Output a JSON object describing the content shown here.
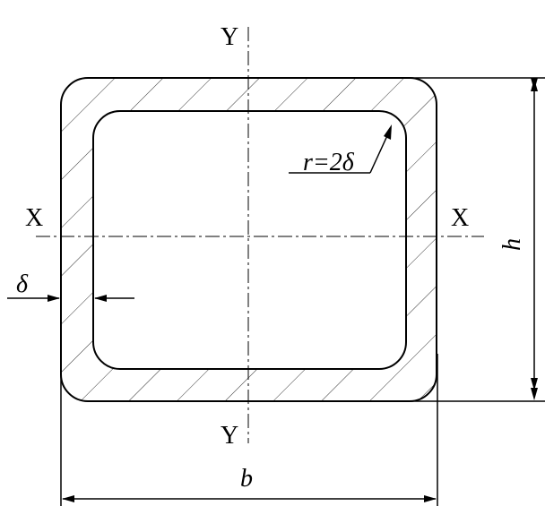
{
  "labels": {
    "y_top": "Y",
    "y_bottom": "Y",
    "x_left": "X",
    "x_right": "X",
    "height": "h",
    "width": "b",
    "thickness": "δ",
    "radius": "r=2δ"
  },
  "colors": {
    "line": "#000000",
    "background": "#ffffff"
  }
}
